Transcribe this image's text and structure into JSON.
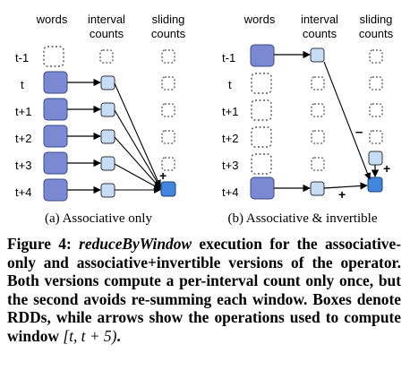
{
  "colors": {
    "words_box": "#7b89d3",
    "interval_box": "#c7dcf6",
    "sliding_box": "#c7dcf6",
    "result_box": "#3f86dc",
    "empty_border": "#555555",
    "arrow": "#000000"
  },
  "panel_a": {
    "headers": {
      "words": "words",
      "interval": "interval\ncounts",
      "sliding": "sliding\ncounts"
    },
    "rows": [
      "t-1",
      "t",
      "t+1",
      "t+2",
      "t+3",
      "t+4"
    ],
    "plus_sign": "+",
    "caption": "(a)  Associative only"
  },
  "panel_b": {
    "headers": {
      "words": "words",
      "interval": "interval\ncounts",
      "sliding": "sliding\ncounts"
    },
    "rows": [
      "t-1",
      "t",
      "t+1",
      "t+2",
      "t+3",
      "t+4"
    ],
    "minus_sign": "–",
    "plus_sign_right": "+",
    "plus_sign_bottom": "+",
    "caption": "(b)  Associative & invertible"
  },
  "figure_caption": {
    "label": "Figure 4:",
    "function_name": "reduceByWindow",
    "text": "execution for the associative-only and associative+invertible versions of the operator. Both versions compute a per-interval count only once, but the second avoids re-summing each window. Boxes denote RDDs, while arrows show the operations used to compute window",
    "window": "[t, t + 5)",
    "period": "."
  }
}
